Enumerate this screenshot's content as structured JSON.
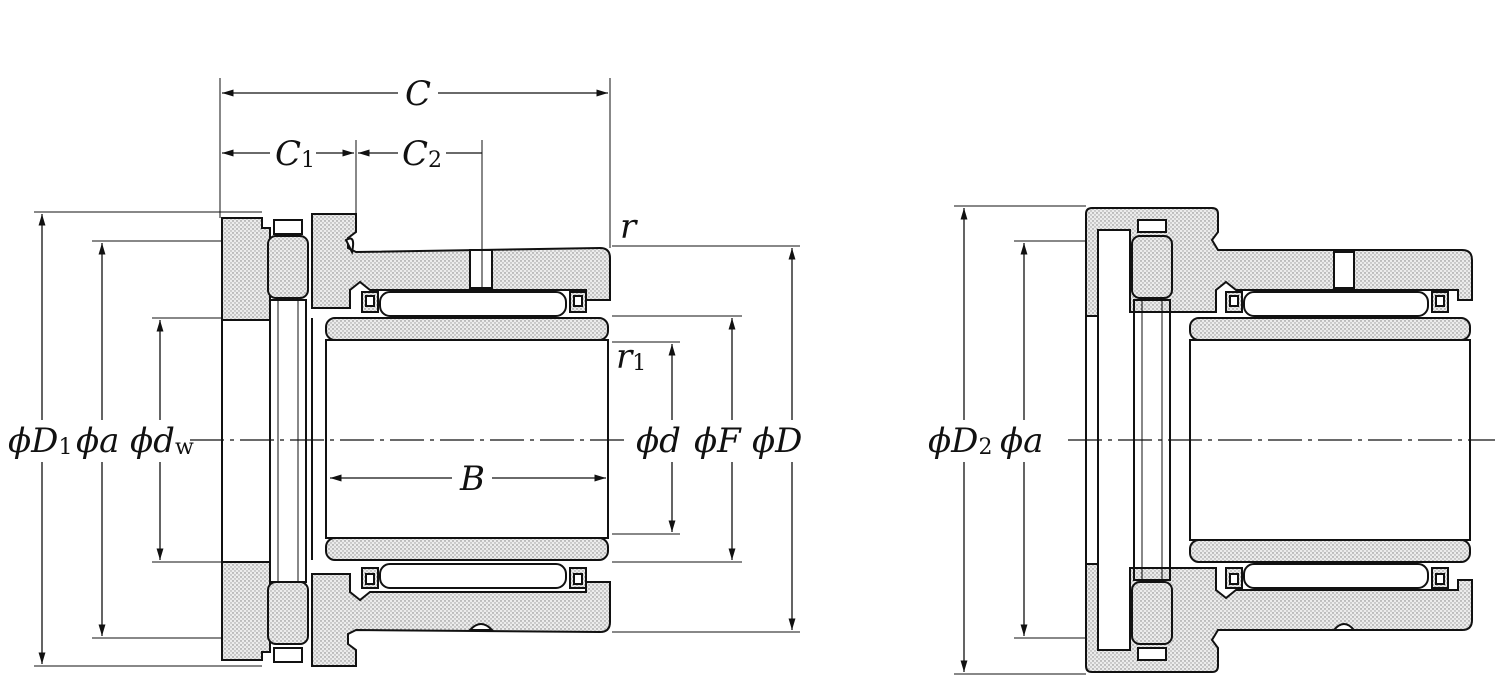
{
  "left_view": {
    "dim_C": "C",
    "dim_C1_main": "C",
    "dim_C1_sub": "1",
    "dim_C2_main": "C",
    "dim_C2_sub": "2",
    "dim_r": "r",
    "dim_r1_main": "r",
    "dim_r1_sub": "1",
    "dim_D1_main": "ϕD",
    "dim_D1_sub": "1",
    "dim_a": "ϕa",
    "dim_dw_main": "ϕd",
    "dim_dw_sub": "w",
    "dim_B": "B",
    "dim_d": "ϕd",
    "dim_F": "ϕF",
    "dim_D": "ϕD"
  },
  "right_view": {
    "dim_D2_main": "ϕD",
    "dim_D2_sub": "2",
    "dim_a": "ϕa"
  }
}
